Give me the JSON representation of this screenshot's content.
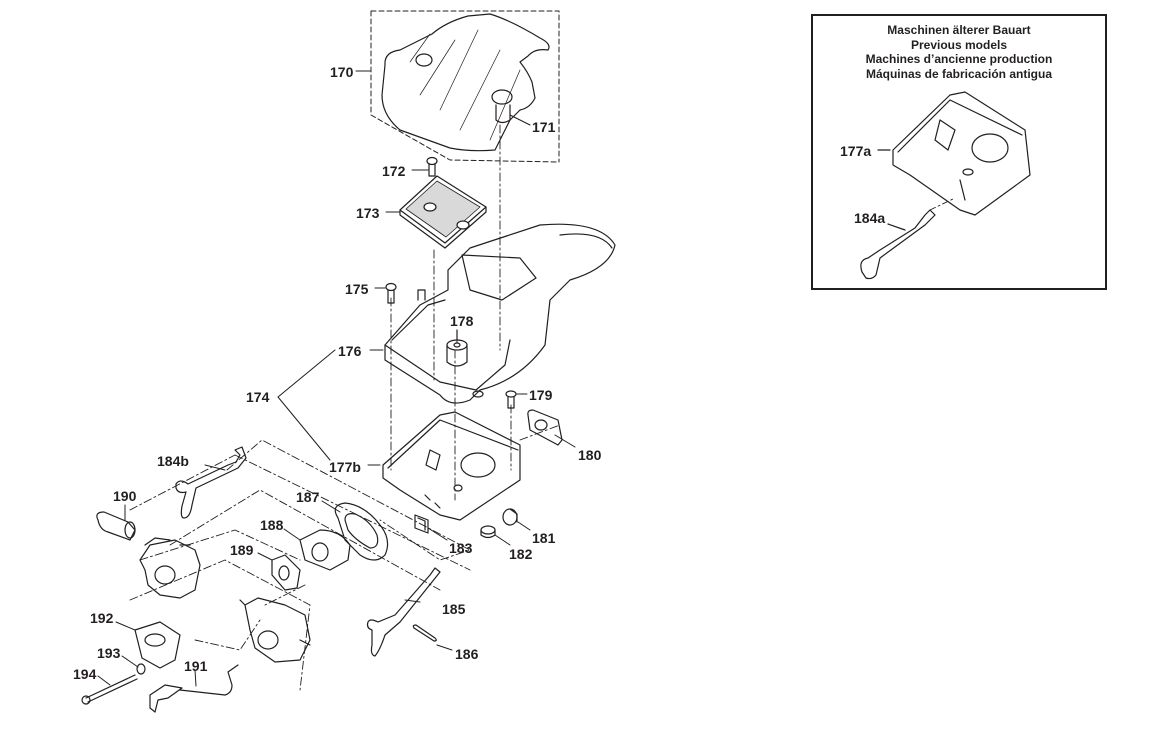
{
  "diagram": {
    "type": "exploded parts diagram",
    "colors": {
      "line": "#231f20",
      "background": "#ffffff",
      "filter_fill": "#d9d9d9"
    },
    "part_labels": {
      "p170": "170",
      "p171": "171",
      "p172": "172",
      "p173": "173",
      "p174": "174",
      "p175": "175",
      "p176": "176",
      "p177b": "177b",
      "p178": "178",
      "p179": "179",
      "p180": "180",
      "p181": "181",
      "p182": "182",
      "p183": "183",
      "p184b": "184b",
      "p185": "185",
      "p186": "186",
      "p187": "187",
      "p188": "188",
      "p189": "189",
      "p190": "190",
      "p191": "191",
      "p192": "192",
      "p193": "193",
      "p194": "194"
    },
    "inset": {
      "title_lines": [
        "Maschinen älterer Bauart",
        "Previous models",
        "Machines d’ancienne production",
        "Máquinas de fabricación antigua"
      ],
      "part_labels": {
        "p177a": "177a",
        "p184a": "184a"
      }
    }
  }
}
